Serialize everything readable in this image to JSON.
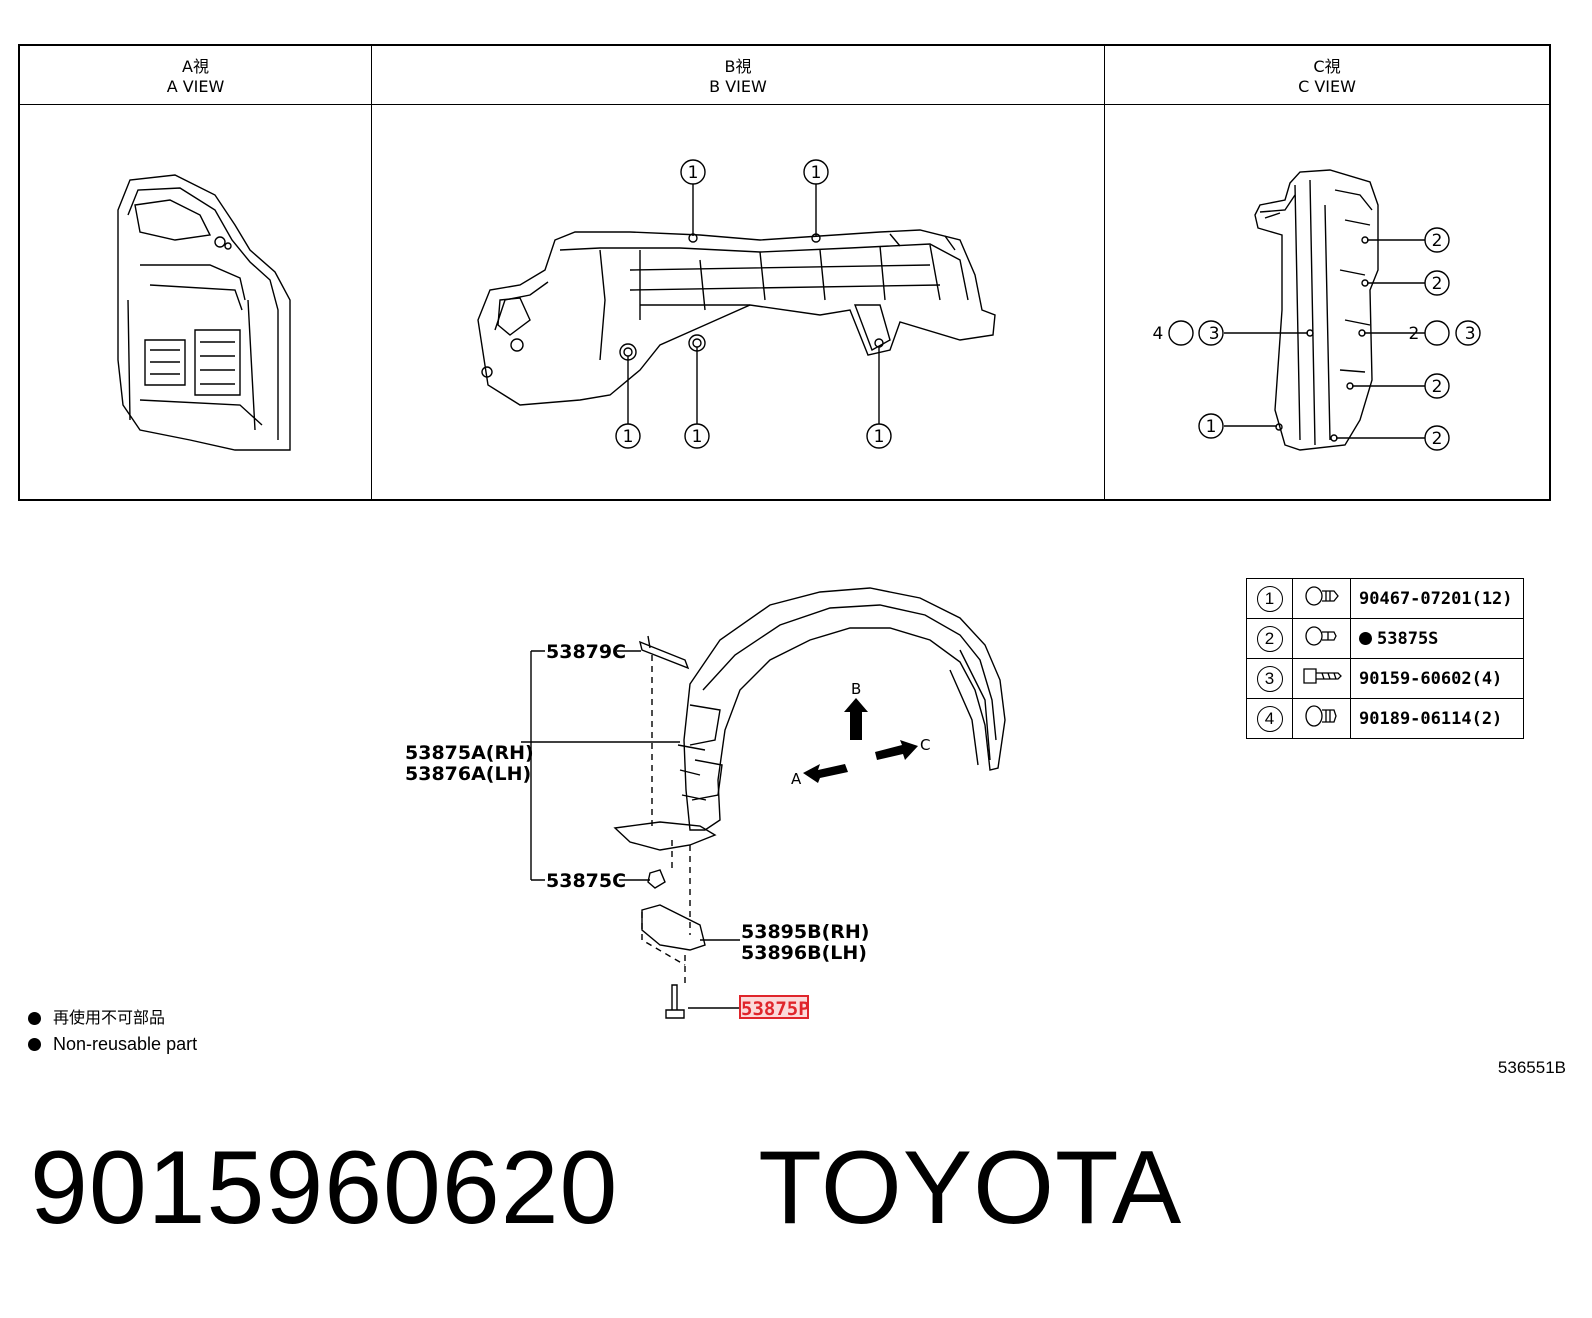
{
  "views": [
    {
      "jp": "A視",
      "en": "A VIEW"
    },
    {
      "jp": "B視",
      "en": "B VIEW"
    },
    {
      "jp": "C視",
      "en": "C VIEW"
    }
  ],
  "b_view_callouts": [
    "1",
    "1",
    "1",
    "1",
    "1"
  ],
  "c_view_callouts": {
    "right": [
      "2",
      "2",
      "2 3",
      "2",
      "2"
    ],
    "left_top": "4 3",
    "left_bottom": "1"
  },
  "main_labels": {
    "bracket_top": "53879C",
    "liner_rh": "53875A(RH)",
    "liner_lh": "53876A(LH)",
    "clip": "53875C",
    "seal_rh": "53895B(RH)",
    "seal_lh": "53896B(LH)",
    "screw_highlight": "53875P"
  },
  "direction_arrows": {
    "a": "A",
    "b": "B",
    "c": "C"
  },
  "fasteners": [
    {
      "num": "1",
      "icon": "clip-icon",
      "part": "90467-07201(12)",
      "non_reusable": false
    },
    {
      "num": "2",
      "icon": "push-clip-icon",
      "part": "53875S",
      "non_reusable": true
    },
    {
      "num": "3",
      "icon": "screw-icon",
      "part": "90159-60602(4)",
      "non_reusable": false
    },
    {
      "num": "4",
      "icon": "grommet-icon",
      "part": "90189-06114(2)",
      "non_reusable": false
    }
  ],
  "legend": {
    "jp": "再使用不可部品",
    "en": "Non-reusable part"
  },
  "drawing_number": "536551B",
  "footer": {
    "part_number": "9015960620",
    "brand": "TOYOTA"
  },
  "colors": {
    "highlight": "#e0252b",
    "line": "#000000"
  }
}
